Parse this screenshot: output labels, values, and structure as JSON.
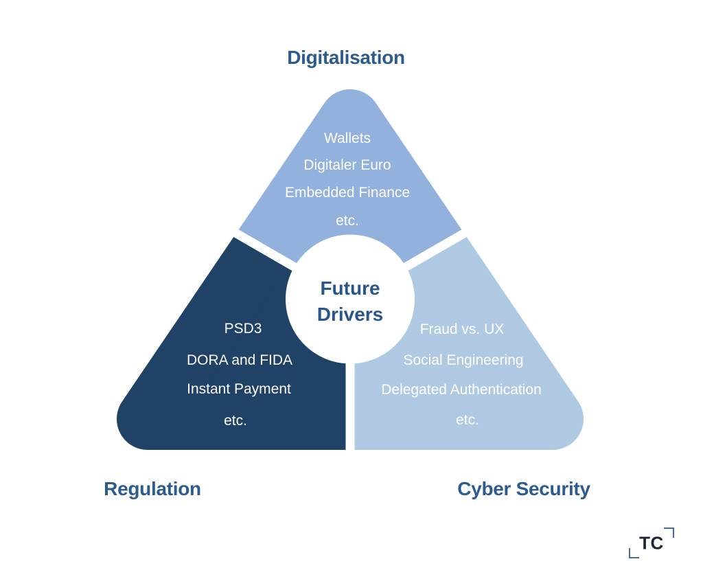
{
  "center": {
    "line1": "Future",
    "line2": "Drivers"
  },
  "sections": {
    "digitalisation": {
      "title": "Digitalisation",
      "items": [
        "Wallets",
        "Digitaler Euro",
        "Embedded Finance",
        "etc."
      ]
    },
    "regulation": {
      "title": "Regulation",
      "items": [
        "PSD3",
        "DORA and FIDA",
        "Instant Payment",
        "etc."
      ]
    },
    "cyber_security": {
      "title": "Cyber Security",
      "items": [
        "Fraud vs. UX",
        "Social Engineering",
        "Delegated Authentication",
        "etc."
      ]
    }
  },
  "logo": {
    "text": "TC"
  },
  "colors": {
    "background": "#FFFFFF",
    "digitalisation_fill": "#92B1DC",
    "regulation_fill": "#1F4266",
    "cyber_fill": "#AFC9E3",
    "heading_text": "#2C5B8E",
    "center_text": "#29568A",
    "item_text": "#FFFFFF",
    "logo_text": "#1B2430",
    "logo_bracket": "#4A6C9B"
  }
}
